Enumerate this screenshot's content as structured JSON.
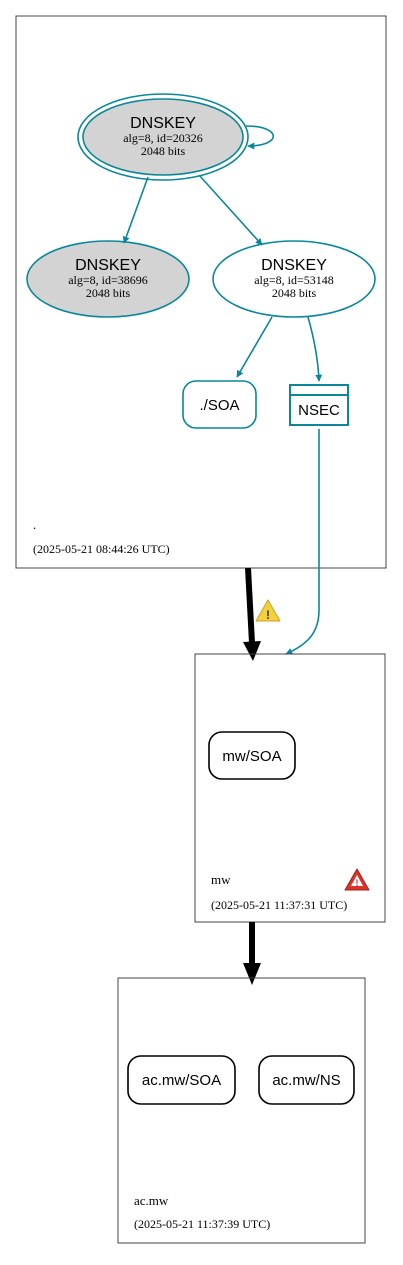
{
  "colors": {
    "edge": "#0a879a",
    "ksk_fill": "#d3d3d3",
    "zone_border": "#444444",
    "delegation": "#000000",
    "warning": "#f4d03f",
    "error": "#d9342b"
  },
  "zones": {
    "root": {
      "name": ".",
      "timestamp": "(2025-05-21 08:44:26 UTC)",
      "ksk": {
        "title": "DNSKEY",
        "line1": "alg=8, id=20326",
        "line2": "2048 bits"
      },
      "ksk2": {
        "title": "DNSKEY",
        "line1": "alg=8, id=38696",
        "line2": "2048 bits"
      },
      "zsk": {
        "title": "DNSKEY",
        "line1": "alg=8, id=53148",
        "line2": "2048 bits"
      },
      "soa": "./SOA",
      "nsec": "NSEC"
    },
    "mw": {
      "name": "mw",
      "timestamp": "(2025-05-21 11:37:31 UTC)",
      "soa": "mw/SOA",
      "status_icon": "error-icon"
    },
    "acmw": {
      "name": "ac.mw",
      "timestamp": "(2025-05-21 11:37:39 UTC)",
      "soa": "ac.mw/SOA",
      "ns": "ac.mw/NS"
    }
  },
  "delegations": {
    "root_to_mw": {
      "status_icon": "warning-icon"
    },
    "mw_to_acmw": {
      "status_icon": "none"
    }
  }
}
